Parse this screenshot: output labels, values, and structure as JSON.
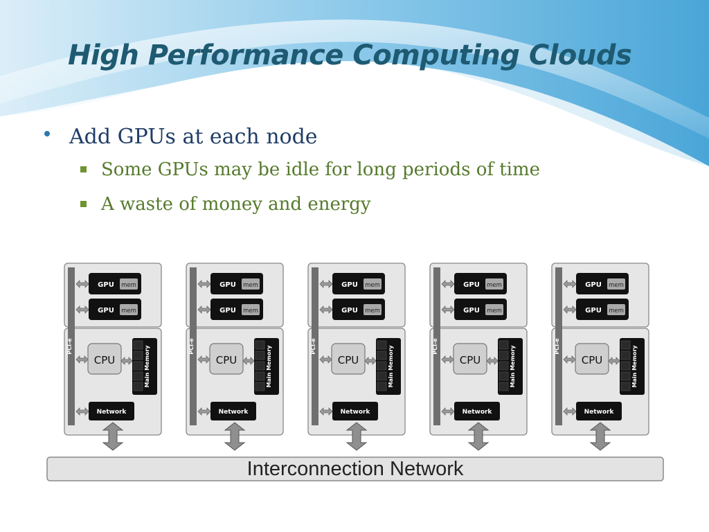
{
  "slide": {
    "title": "High Performance Computing Clouds",
    "bullets": [
      {
        "text": "Add GPUs at each node",
        "sub": [
          "Some GPUs may be idle for long periods of time",
          "A waste of money and energy"
        ]
      }
    ]
  },
  "diagram": {
    "node_count": 5,
    "node_labels": {
      "gpu": "GPU",
      "mem": "mem",
      "pcie": "PCI-e",
      "cpu": "CPU",
      "main_memory": "Main Memory",
      "network": "Network"
    },
    "gpus_per_node": 2,
    "interconnect_label": "Interconnection Network"
  },
  "colors": {
    "title": "#1f5a73",
    "bullet_text": "#1f3d66",
    "sub_bullet_text": "#567a2c",
    "wave_blue": "#5aaed9"
  }
}
